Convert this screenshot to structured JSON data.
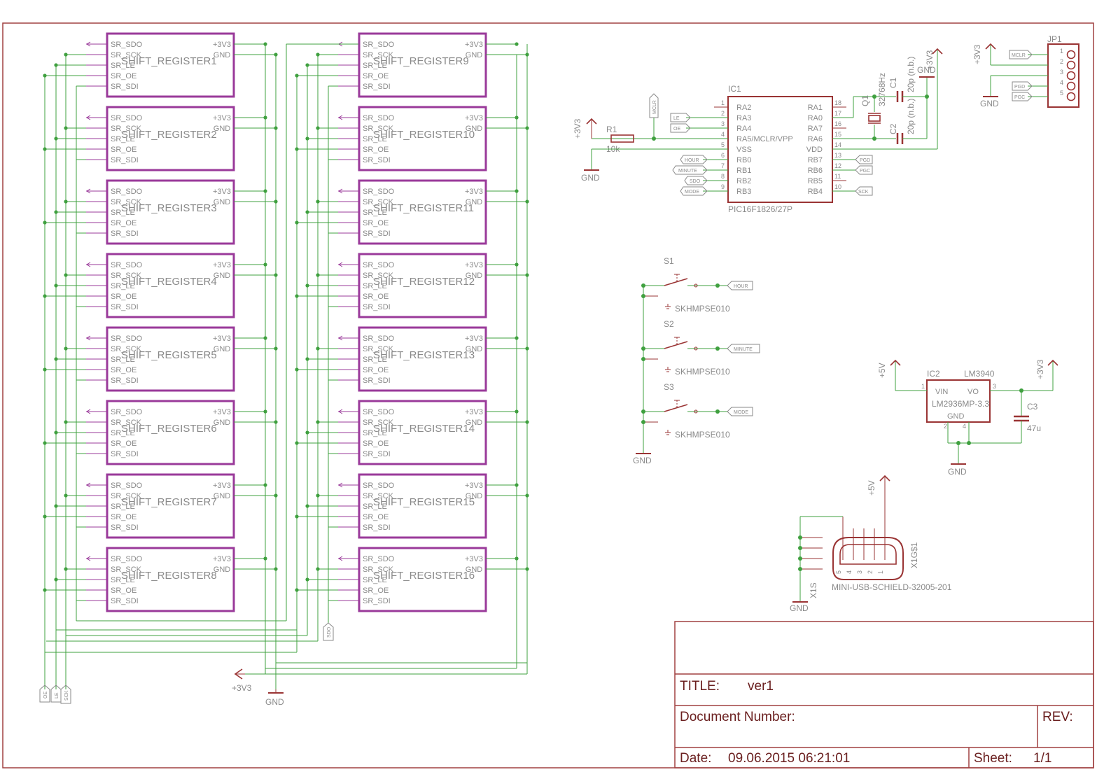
{
  "shift_registers": {
    "pins_left": [
      "SR_SDO",
      "SR_SCK",
      "SR_LE",
      "SR_OE",
      "SR_SDI"
    ],
    "pins_right": [
      "+3V3",
      "GND"
    ],
    "names": [
      "SHIFT_REGISTER1",
      "SHIFT_REGISTER2",
      "SHIFT_REGISTER3",
      "SHIFT_REGISTER4",
      "SHIFT_REGISTER5",
      "SHIFT_REGISTER6",
      "SHIFT_REGISTER7",
      "SHIFT_REGISTER8",
      "SHIFT_REGISTER9",
      "SHIFT_REGISTER10",
      "SHIFT_REGISTER11",
      "SHIFT_REGISTER12",
      "SHIFT_REGISTER13",
      "SHIFT_REGISTER14",
      "SHIFT_REGISTER15",
      "SHIFT_REGISTER16"
    ]
  },
  "net_labels": {
    "oe": "OE",
    "le": "LE",
    "sck": "SCK",
    "sdo": "SDO",
    "mclr": "MCLR",
    "hour": "HOUR",
    "minute": "MINUTE",
    "mode": "MODE",
    "pgd": "PGD",
    "pgc": "PGC"
  },
  "power": {
    "v33": "+3V3",
    "gnd": "GND",
    "v5": "+5V"
  },
  "ic1": {
    "ref": "IC1",
    "part": "PIC16F1826/27P",
    "left_pins": [
      {
        "num": "1",
        "name": "RA2"
      },
      {
        "num": "2",
        "name": "RA3"
      },
      {
        "num": "3",
        "name": "RA4"
      },
      {
        "num": "4",
        "name": "RA5/MCLR/VPP"
      },
      {
        "num": "5",
        "name": "VSS"
      },
      {
        "num": "6",
        "name": "RB0"
      },
      {
        "num": "7",
        "name": "RB1"
      },
      {
        "num": "8",
        "name": "RB2"
      },
      {
        "num": "9",
        "name": "RB3"
      }
    ],
    "right_pins": [
      {
        "num": "18",
        "name": "RA1"
      },
      {
        "num": "17",
        "name": "RA0"
      },
      {
        "num": "16",
        "name": "RA7"
      },
      {
        "num": "15",
        "name": "RA6"
      },
      {
        "num": "14",
        "name": "VDD"
      },
      {
        "num": "13",
        "name": "RB7"
      },
      {
        "num": "12",
        "name": "RB6"
      },
      {
        "num": "11",
        "name": "RB5"
      },
      {
        "num": "10",
        "name": "RB4"
      }
    ]
  },
  "r1": {
    "ref": "R1",
    "value": "10k"
  },
  "q1": {
    "ref": "Q1",
    "value": "32768Hz"
  },
  "c1": {
    "ref": "C1",
    "value": "20p (n.b.)"
  },
  "c2": {
    "ref": "C2",
    "value": "20p (n.b.)"
  },
  "jp1": {
    "ref": "JP1",
    "pins": [
      "1",
      "2",
      "3",
      "4",
      "5"
    ]
  },
  "switches": [
    {
      "ref": "S1",
      "part": "SKHMPSE010"
    },
    {
      "ref": "S2",
      "part": "SKHMPSE010"
    },
    {
      "ref": "S3",
      "part": "SKHMPSE010"
    }
  ],
  "ic2": {
    "ref": "IC2",
    "value": "LM3940",
    "part": "LM2936MP-3.3",
    "vin": "VIN",
    "vo": "VO",
    "gnd": "GND",
    "pin_vin": "1",
    "pin_vo": "3",
    "pin_gnd": "2",
    "pin_gnd2": "4"
  },
  "c3": {
    "ref": "C3",
    "value": "47u"
  },
  "usb": {
    "ref": "X1G$1",
    "ref2": "X1S",
    "part": "MINI-USB-SCHIELD-32005-201",
    "pins": [
      "5",
      "4",
      "3",
      "2",
      "1"
    ]
  },
  "title_block": {
    "title_label": "TITLE:",
    "title": "ver1",
    "docnum_label": "Document Number:",
    "rev_label": "REV:",
    "date_label": "Date:",
    "date": "09.06.2015 06:21:01",
    "sheet_label": "Sheet:",
    "sheet": "1/1"
  },
  "colors": {
    "wire": "#3fa03f",
    "part": "#9a3a9a",
    "sym": "#9a3434",
    "frame": "#a04040",
    "text": "#8a8a8a",
    "junction": "#3fa03f"
  }
}
